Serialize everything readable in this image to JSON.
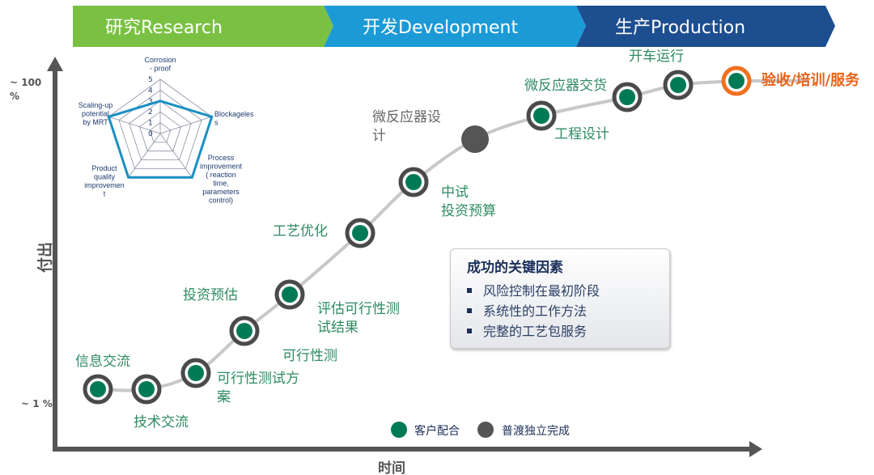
{
  "phases": [
    {
      "label": "研究Research",
      "color": "#7ac143"
    },
    {
      "label": "开发Development",
      "color": "#1c9ad6"
    },
    {
      "label": "生产Production",
      "color": "#1d4e8f"
    }
  ],
  "axes": {
    "y_label": "付出",
    "x_label": "时间",
    "y_top": "~ 100",
    "y_top2": "%",
    "y_bottom": "~ 1 %"
  },
  "radar": {
    "ticks": [
      "0",
      "1",
      "2",
      "3",
      "4",
      "5"
    ],
    "axes": [
      {
        "label": [
          "Corrosion",
          "-   proof"
        ],
        "value": 3
      },
      {
        "label": [
          "Blockageles",
          "s"
        ],
        "value": 5
      },
      {
        "label": [
          "Process",
          "improvement",
          "(  reaction",
          "time,",
          "parameters",
          "control)"
        ],
        "value": 5
      },
      {
        "label": [
          "Product",
          "quality",
          "improvemen",
          "t"
        ],
        "value": 5
      },
      {
        "label": [
          "Scaling-up",
          "potential",
          "by  MRT"
        ],
        "value": 5
      }
    ],
    "max": 5,
    "line_color": "#1a8fc4"
  },
  "steps": [
    {
      "label": [
        "信息交流"
      ],
      "type": "client"
    },
    {
      "label": [
        "技术交流"
      ],
      "type": "client"
    },
    {
      "label": [
        "可行性测试方",
        "案"
      ],
      "type": "client"
    },
    {
      "label": [
        "可行性测"
      ],
      "type": "client"
    },
    {
      "label": [
        "投资预估"
      ],
      "type": "client"
    },
    {
      "label": [
        "评估可行性测",
        "试结果"
      ],
      "type": "client"
    },
    {
      "label": [
        "工艺优化"
      ],
      "type": "client"
    },
    {
      "label": [
        "中试",
        "投资预算"
      ],
      "type": "client"
    },
    {
      "label": [
        "微反应器设",
        "计"
      ],
      "type": "independent"
    },
    {
      "label": [
        "工程设计"
      ],
      "type": "client"
    },
    {
      "label": [
        "微反应器交货"
      ],
      "type": "client"
    },
    {
      "label": [
        "开车运行"
      ],
      "type": "client"
    },
    {
      "label": [
        "验收/培训/服务"
      ],
      "type": "final"
    }
  ],
  "key_factors": {
    "title": "成功的关键因素",
    "items": [
      "风险控制在最初阶段",
      "系统性的工作方法",
      "完整的工艺包服务"
    ]
  },
  "legend": [
    {
      "label": "客户配合",
      "color": "#007a55"
    },
    {
      "label": "普渡独立完成",
      "color": "#555555"
    }
  ],
  "colors": {
    "client": "#007a55",
    "ring": "#4a4a4a",
    "final": "#f07020",
    "final_text": "#e8641b",
    "label": "#2e8b62"
  }
}
